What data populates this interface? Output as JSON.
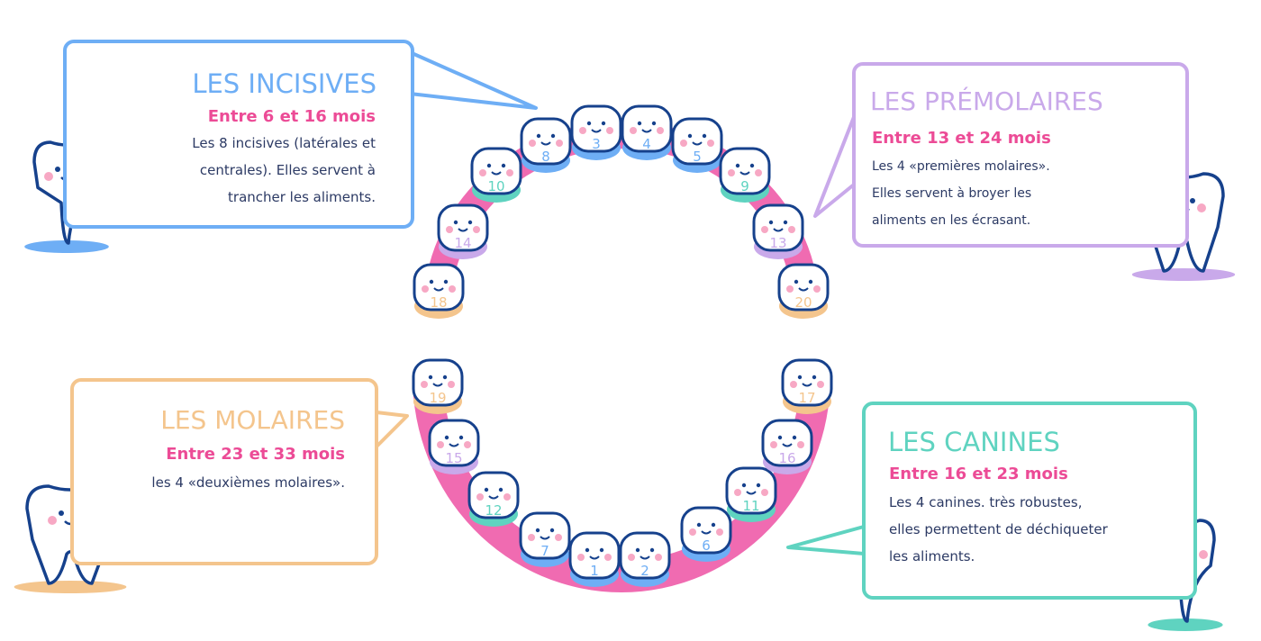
{
  "colors": {
    "incisors": "#6eaef5",
    "premolars": "#c9a9ea",
    "molars": "#f4c58d",
    "canines": "#5fd3c0",
    "subtitle": "#ec4b96",
    "body_text": "#2c3a64",
    "gum": "#f06bb1",
    "tooth_outline": "#16418c"
  },
  "boxes": {
    "incisives": {
      "title": "LES INCISIVES",
      "subtitle": "Entre 6 et 16 mois",
      "lines": [
        "Les 8 incisives (latérales et",
        "centrales). Elles servent à",
        "trancher les aliments."
      ]
    },
    "premolaires": {
      "title": "LES PRÉMOLAIRES",
      "subtitle": "Entre 13 et 24 mois",
      "lines": [
        "Les 4 «premières molaires».",
        "Elles servent à broyer les",
        "aliments en les écrasant."
      ]
    },
    "molaires": {
      "title": "LES MOLAIRES",
      "subtitle": "Entre 23 et 33 mois",
      "lines": [
        "les 4 «deuxièmes molaires»."
      ]
    },
    "canines": {
      "title": "LES CANINES",
      "subtitle": "Entre 16 et 23 mois",
      "lines": [
        "Les 4 canines. très robustes,",
        "elles permettent de déchiqueter",
        "les aliments."
      ]
    }
  },
  "teeth": {
    "upper": [
      "18",
      "14",
      "10",
      "8",
      "3",
      "4",
      "5",
      "9",
      "13",
      "20"
    ],
    "lower": [
      "19",
      "15",
      "12",
      "7",
      "1",
      "2",
      "6",
      "11",
      "16",
      "17"
    ]
  }
}
